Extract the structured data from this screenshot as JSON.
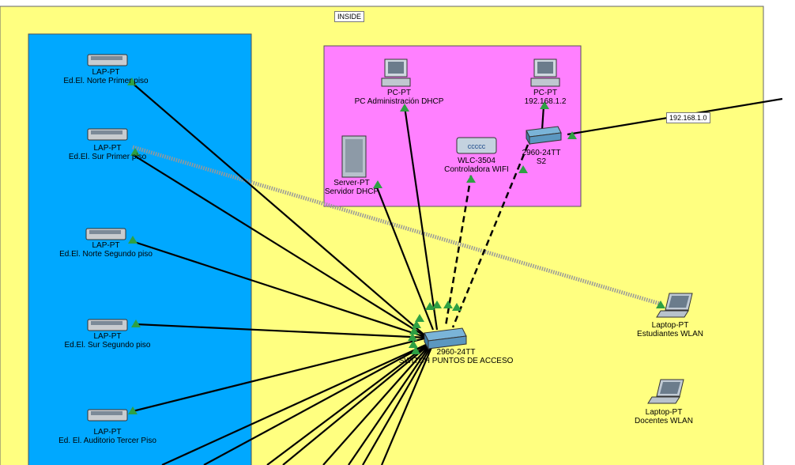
{
  "zones": {
    "inside_label": "INSIDE",
    "inside_color": "#ffff80",
    "wireless_color": "#00a8ff",
    "server_color": "#ff80ff"
  },
  "devices": {
    "lap1": {
      "model": "LAP-PT",
      "name": "Ed.El. Norte Primer piso"
    },
    "lap2": {
      "model": "LAP-PT",
      "name": "Ed.El. Sur Primer piso"
    },
    "lap3": {
      "model": "LAP-PT",
      "name": "Ed.El. Norte Segundo piso"
    },
    "lap4": {
      "model": "LAP-PT",
      "name": "Ed.El. Sur Segundo piso"
    },
    "lap5": {
      "model": "LAP-PT",
      "name": "Ed. El. Auditorio Tercer Piso"
    },
    "pc_admin": {
      "model": "PC-PT",
      "name": "PC Administración DHCP"
    },
    "pc_ip": {
      "model": "PC-PT",
      "name": "192.168.1.2"
    },
    "server": {
      "model": "Server-PT",
      "name": "Servidor DHCP"
    },
    "wlc": {
      "model": "WLC-3504",
      "name": "Controladora WIFI"
    },
    "s2": {
      "model": "2960-24TT",
      "name": "S2"
    },
    "switch_main": {
      "model": "2960-24TT",
      "name": "SWITCH PUNTOS DE ACCESO"
    },
    "laptop1": {
      "model": "Laptop-PT",
      "name": "Estudiantes WLAN"
    },
    "laptop2": {
      "model": "Laptop-PT",
      "name": "Docentes WLAN"
    }
  },
  "network_tag": "192.168.1.0",
  "link_color": "#2ea043"
}
